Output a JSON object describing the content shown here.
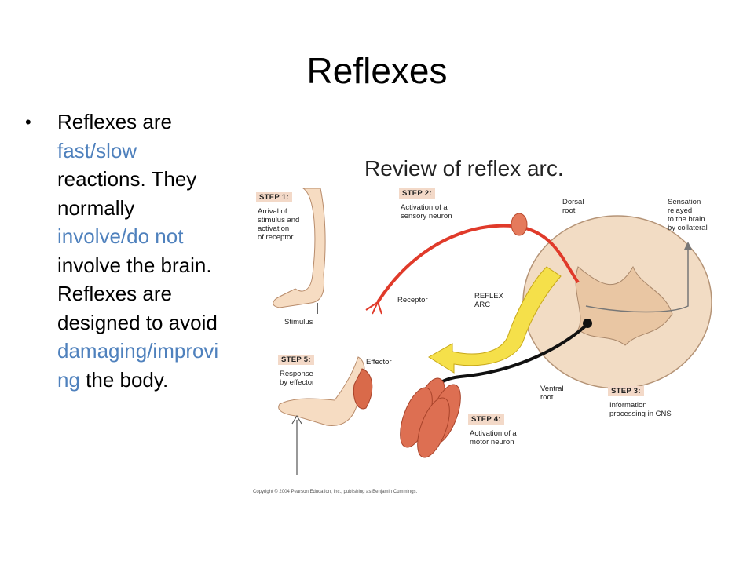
{
  "slide": {
    "title": "Reflexes",
    "bullet": {
      "t1": "Reflexes are ",
      "h1": "fast/slow",
      "t2": " reactions. They normally ",
      "h2": "involve/do not",
      "t3": " involve the brain. Reflexes are designed to avoid ",
      "h3": "damaging/improving",
      "t4": " the body."
    },
    "highlight_color": "#4f81bd"
  },
  "figure": {
    "title": "Review of reflex arc.",
    "steps": [
      {
        "label": "STEP 1:",
        "text": [
          "Arrival of",
          "stimulus and",
          "activation",
          "of receptor"
        ]
      },
      {
        "label": "STEP 2:",
        "text": [
          "Activation of a",
          "sensory neuron"
        ]
      },
      {
        "label": "STEP 3:",
        "text": [
          "Information",
          "processing in CNS"
        ]
      },
      {
        "label": "STEP 4:",
        "text": [
          "Activation of a",
          "motor neuron"
        ]
      },
      {
        "label": "STEP 5:",
        "text": [
          "Response",
          "by effector"
        ]
      }
    ],
    "labels": {
      "dorsal_root": [
        "Dorsal",
        "root"
      ],
      "ventral_root": [
        "Ventral",
        "root"
      ],
      "sensation": [
        "Sensation",
        "relayed",
        "to the brain",
        "by collateral"
      ],
      "receptor": "Receptor",
      "reflex_arc": [
        "REFLEX",
        "ARC"
      ],
      "stimulus": "Stimulus",
      "effector": "Effector"
    },
    "copyright": "Copyright © 2004 Pearson Education, Inc., publishing as Benjamin Cummings.",
    "colors": {
      "sensory": "#e03a2a",
      "motor": "#111111",
      "arc": "#f5e04a",
      "tissue": "#f2dcc4",
      "step_bg": "#f3d9c8"
    }
  }
}
